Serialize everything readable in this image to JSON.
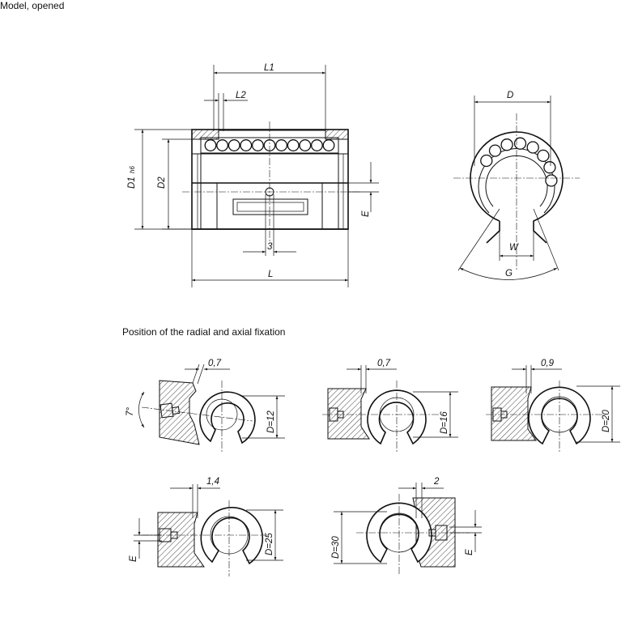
{
  "labels": {
    "model": "Model, opened",
    "fixation_heading": "Position of the radial and axial fixation"
  },
  "dimensions": {
    "L1": "L1",
    "L2": "L2",
    "D1": "D1",
    "D1_tolerance": "h6",
    "D2": "D2",
    "E": "E",
    "three": "3",
    "L": "L",
    "D": "D",
    "W": "W",
    "G": "G"
  },
  "fixations": [
    {
      "offset": "0,7",
      "diameter": "D=12",
      "angle": "7°"
    },
    {
      "offset": "0,7",
      "diameter": "D=16"
    },
    {
      "offset": "0,9",
      "diameter": "D=20"
    },
    {
      "offset": "1,4",
      "diameter": "D=25",
      "e_label": "E"
    },
    {
      "offset": "2",
      "diameter": "D=30",
      "e_label": "E"
    }
  ]
}
